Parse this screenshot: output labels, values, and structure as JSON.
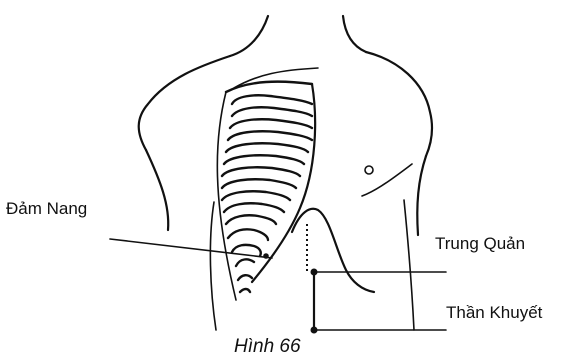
{
  "labels": {
    "dam_nang": "Đảm Nang",
    "trung_quan": "Trung Quản",
    "than_khuyet": "Thần Khuyết"
  },
  "caption": "Hình 66"
}
